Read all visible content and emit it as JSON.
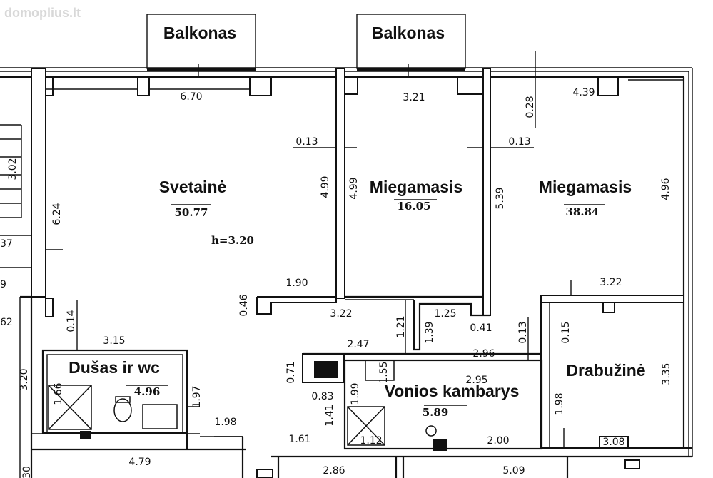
{
  "watermark": "domoplius.lt",
  "balconies": [
    "Balkonas",
    "Balkonas"
  ],
  "rooms": {
    "living": {
      "name": "Svetainė",
      "area": "50.77",
      "height": "h=3.20"
    },
    "bedroom1": {
      "name": "Miegamasis",
      "area": "16.05"
    },
    "bedroom2": {
      "name": "Miegamasis",
      "area": "38.84"
    },
    "shower_wc": {
      "name": "Dušas ir wc",
      "area": "4.96"
    },
    "bathroom": {
      "name": "Vonios kambarys",
      "area": "5.89"
    },
    "wardrobe": {
      "name": "Drabužinė"
    }
  },
  "dimensions": {
    "d670": "6.70",
    "d321": "3.21",
    "d439": "4.39",
    "d028": "0.28",
    "d013a": "0.13",
    "d013b": "0.13",
    "d499a": "4.99",
    "d499b": "4.99",
    "d539": "5.39",
    "d496": "4.96",
    "d624": "6.24",
    "d302": "3.02",
    "d37": "37",
    "d9": "9",
    "d62": "62",
    "d190": "1.90",
    "d046": "0.46",
    "d322a": "3.22",
    "d322b": "3.22",
    "d121": "1.21",
    "d125": "1.25",
    "d139": "1.39",
    "d041": "0.41",
    "d013c": "0.13",
    "d015": "0.15",
    "d014": "0.14",
    "d315": "3.15",
    "d247": "2.47",
    "d296": "2.96",
    "d295": "2.95",
    "d071": "0.71",
    "d199": "1.99",
    "d155": "1.55",
    "d320": "3.20",
    "d197": "1.97",
    "d166": "1.66",
    "d083": "0.83",
    "d141": "1.41",
    "d198a": "1.98",
    "d198b": "1.98",
    "d335": "3.35",
    "d161": "1.61",
    "d112": "1.12",
    "d200": "2.00",
    "d308": "3.08",
    "d479": "4.79",
    "d286": "2.86",
    "d509": "5.09",
    "d30": "30"
  }
}
